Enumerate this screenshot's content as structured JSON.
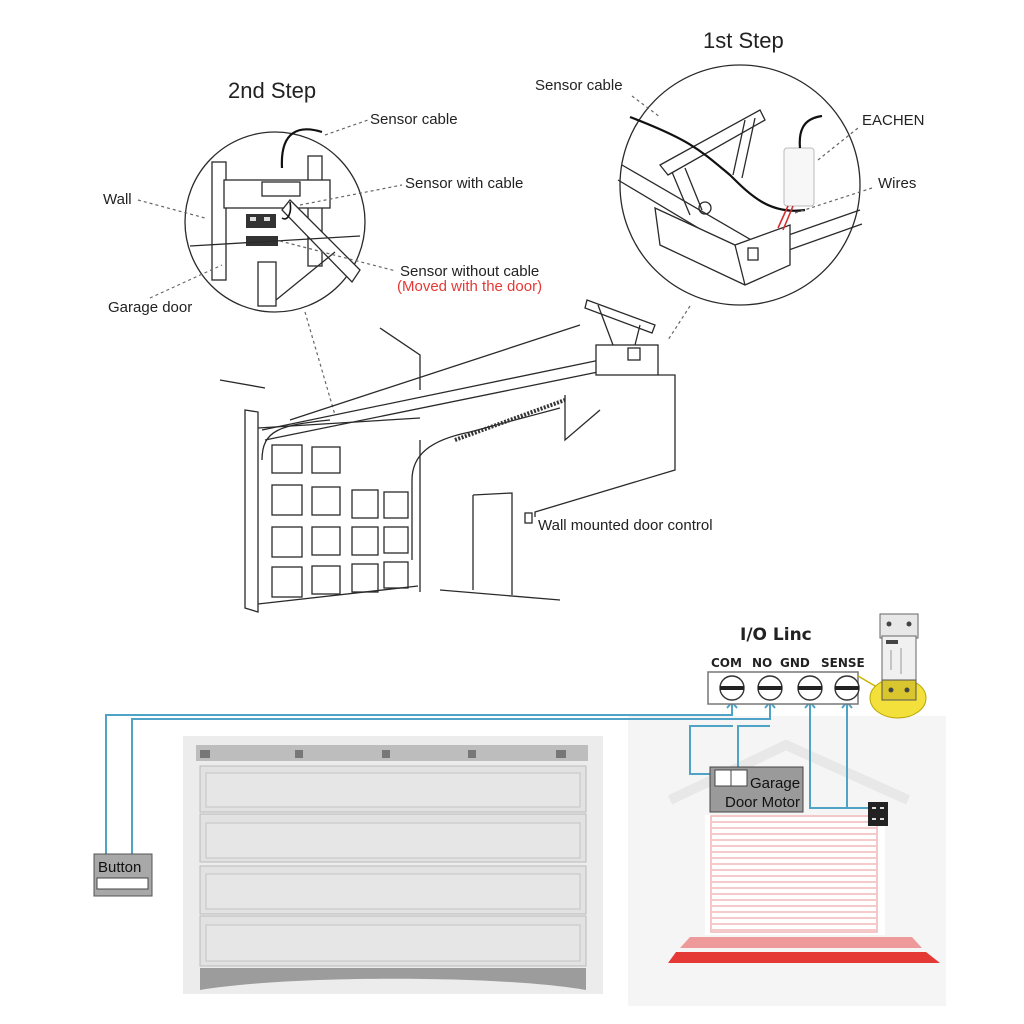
{
  "top_section": {
    "step1": {
      "title": "1st Step",
      "labels": {
        "sensor_cable": "Sensor cable",
        "eachen": "EACHEN",
        "wires": "Wires"
      }
    },
    "step2": {
      "title": "2nd Step",
      "labels": {
        "sensor_cable": "Sensor cable",
        "sensor_with_cable": "Sensor with cable",
        "wall": "Wall",
        "sensor_without_cable": "Sensor without cable",
        "moved_with_door": "(Moved with the door)",
        "garage_door": "Garage door"
      }
    },
    "wall_control_label": "Wall mounted door control"
  },
  "bottom_section": {
    "io_linc": {
      "title": "I/O Linc",
      "terminals": [
        "COM",
        "NO",
        "GND",
        "SENSE"
      ]
    },
    "button_label": "Button",
    "motor_label_line1": "Garage",
    "motor_label_line2": "Door Motor"
  },
  "colors": {
    "wire": "#4fa3c7",
    "highlight_yellow": "#f3e03a",
    "accent_red": "#e53935",
    "motor_box": "#9a9a9a"
  }
}
